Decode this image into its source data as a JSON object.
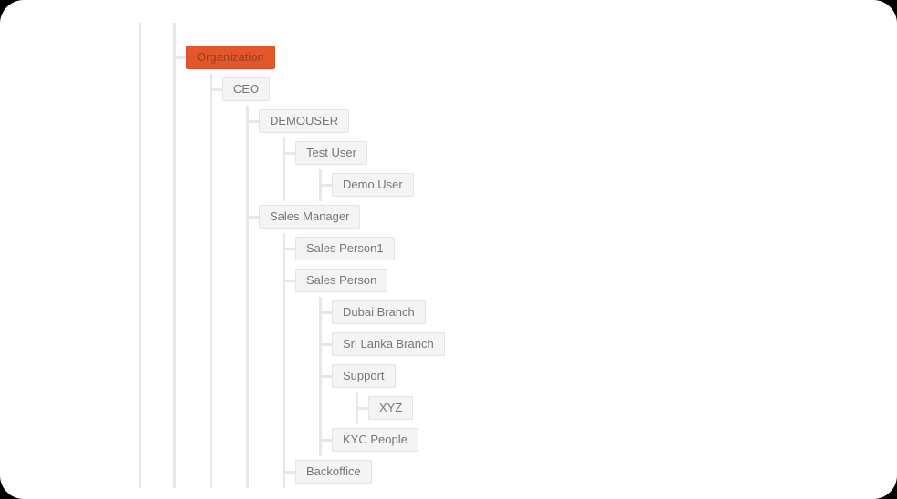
{
  "window": {
    "surface_color": "#ffffff",
    "outside_color": "#000000"
  },
  "colors": {
    "connector": "#e7e7e7",
    "node_bg": "#f4f4f4",
    "node_border": "#e4e4e4",
    "node_text": "#75757a",
    "selected_bg": "#e4562c",
    "selected_border": "#d84e24",
    "selected_text": "#943d20"
  },
  "tree": {
    "label": "Organization",
    "selected": true,
    "children": [
      {
        "label": "CEO",
        "children": [
          {
            "label": "DEMOUSER",
            "children": [
              {
                "label": "Test User",
                "children": [
                  {
                    "label": "Demo User"
                  }
                ]
              }
            ]
          },
          {
            "label": "Sales Manager",
            "children": [
              {
                "label": "Sales Person1"
              },
              {
                "label": "Sales Person",
                "children": [
                  {
                    "label": "Dubai Branch"
                  },
                  {
                    "label": "Sri Lanka Branch"
                  },
                  {
                    "label": "Support",
                    "children": [
                      {
                        "label": "XYZ"
                      }
                    ]
                  },
                  {
                    "label": "KYC People"
                  }
                ]
              },
              {
                "label": "Backoffice"
              }
            ]
          }
        ]
      }
    ]
  }
}
